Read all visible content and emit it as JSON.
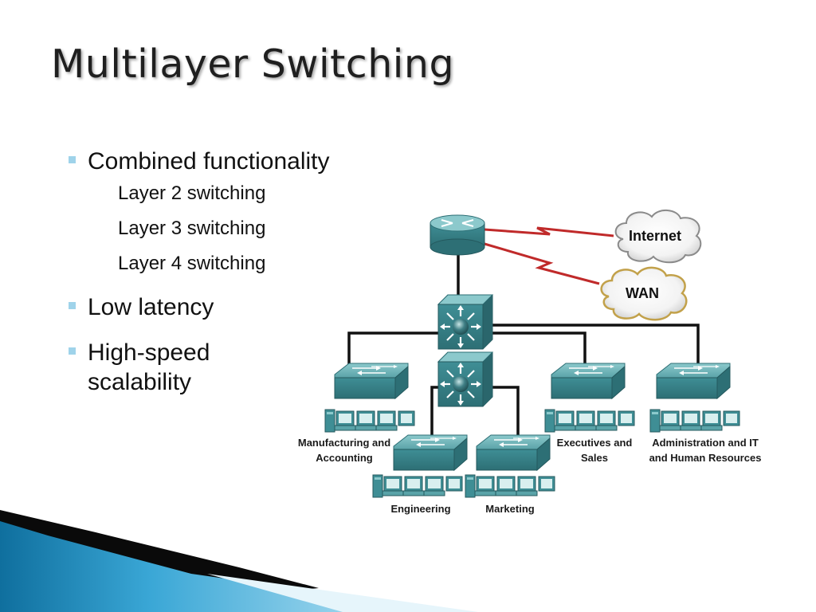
{
  "slide": {
    "title": "Multilayer Switching",
    "bullets": [
      {
        "text": "Combined functionality",
        "subs": [
          "Layer 2 switching",
          "Layer 3 switching",
          "Layer 4 switching"
        ]
      },
      {
        "text": "Low latency"
      },
      {
        "text": "High-speed scalability"
      }
    ]
  },
  "diagram": {
    "clouds": {
      "internet": "Internet",
      "wan": "WAN"
    },
    "groups": {
      "manufacturing": [
        "Manufacturing and",
        "Accounting"
      ],
      "engineering": [
        "Engineering"
      ],
      "marketing": [
        "Marketing"
      ],
      "executives": [
        "Executives and",
        "Sales"
      ],
      "administration": [
        "Administration and IT",
        "and Human Resources"
      ]
    },
    "colors": {
      "device": "#3f8e95",
      "link": "#111111",
      "wan_link": "#c02a2a",
      "bullet": "#9fd3ea",
      "accent": "#1b8fc0"
    }
  }
}
